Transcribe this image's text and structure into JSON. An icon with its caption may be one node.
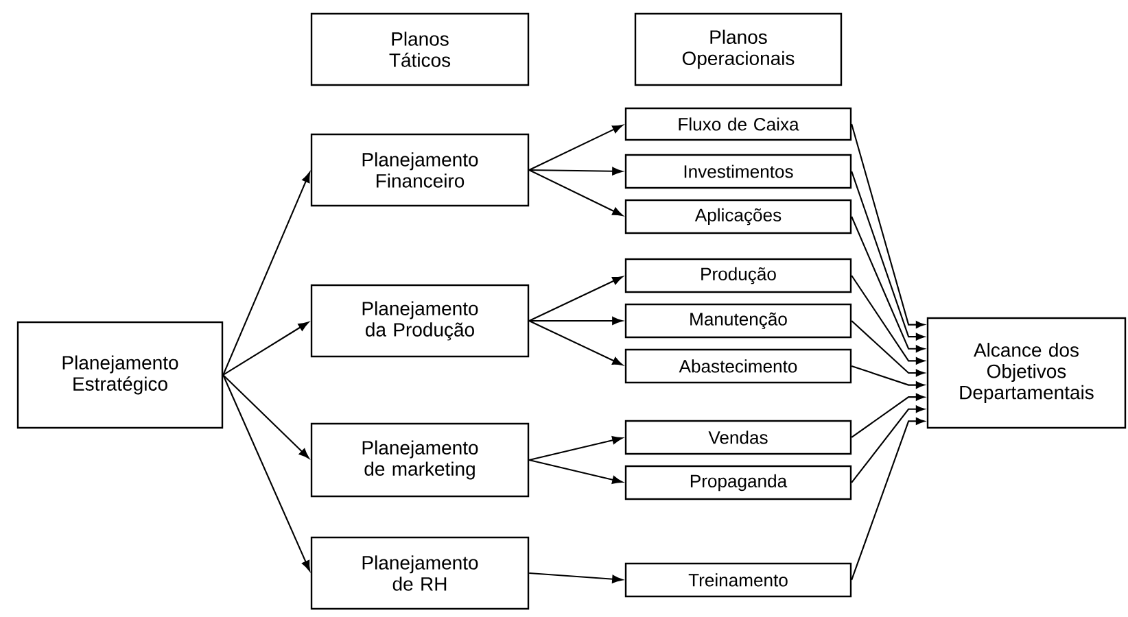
{
  "diagram": {
    "nodes": [
      {
        "text": [
          "Planos Táticos"
        ]
      },
      {
        "text": [
          "Planos Operacionais"
        ]
      },
      {
        "text": [
          "Planejamento Estratégico"
        ]
      },
      {
        "text": [
          "Planejamento Financeiro"
        ]
      },
      {
        "text": [
          "Fluxo de Caixa"
        ]
      },
      {
        "text": [
          "Investimentos"
        ]
      },
      {
        "text": [
          "Aplicações"
        ]
      },
      {
        "text": [
          "Planejamento da Produção"
        ]
      },
      {
        "text": [
          "Produção"
        ]
      },
      {
        "text": [
          "Manutenção"
        ]
      },
      {
        "text": [
          "Abastecimento"
        ]
      },
      {
        "text": [
          "Planejamento de marketing"
        ]
      },
      {
        "text": [
          "Vendas"
        ]
      },
      {
        "text": [
          "Propaganda"
        ]
      },
      {
        "text": [
          "Planejamento de RH"
        ]
      },
      {
        "text": [
          "Treinamento"
        ]
      },
      {
        "text": [
          "Alcance dos Objetivos Departamentais"
        ]
      }
    ],
    "edges": [
      {
        "from": 2,
        "to": 3,
        "arrow": "to"
      },
      {
        "from": 2,
        "to": 7,
        "arrow": "to"
      },
      {
        "from": 2,
        "to": 11,
        "arrow": "to"
      },
      {
        "from": 2,
        "to": 14,
        "arrow": "to"
      },
      {
        "from": 3,
        "to": 4,
        "arrow": "to"
      },
      {
        "from": 3,
        "to": 5,
        "arrow": "to"
      },
      {
        "from": 3,
        "to": 6,
        "arrow": "to"
      },
      {
        "from": 7,
        "to": 8,
        "arrow": "to"
      },
      {
        "from": 7,
        "to": 9,
        "arrow": "to"
      },
      {
        "from": 7,
        "to": 10,
        "arrow": "to"
      },
      {
        "from": 11,
        "to": 12,
        "arrow": "to"
      },
      {
        "from": 11,
        "to": 13,
        "arrow": "to"
      },
      {
        "from": 14,
        "to": 15,
        "arrow": "to"
      },
      {
        "from": 4,
        "to": 16,
        "arrow": "to"
      },
      {
        "from": 5,
        "to": 16,
        "arrow": "to"
      },
      {
        "from": 6,
        "to": 16,
        "arrow": "to"
      },
      {
        "from": 8,
        "to": 16,
        "arrow": "to"
      },
      {
        "from": 9,
        "to": 16,
        "arrow": "to"
      },
      {
        "from": 10,
        "to": 16,
        "arrow": "to"
      },
      {
        "from": 12,
        "to": 16,
        "arrow": "to"
      },
      {
        "from": 13,
        "to": 16,
        "arrow": "to"
      },
      {
        "from": 15,
        "to": 16,
        "arrow": "to"
      }
    ]
  }
}
